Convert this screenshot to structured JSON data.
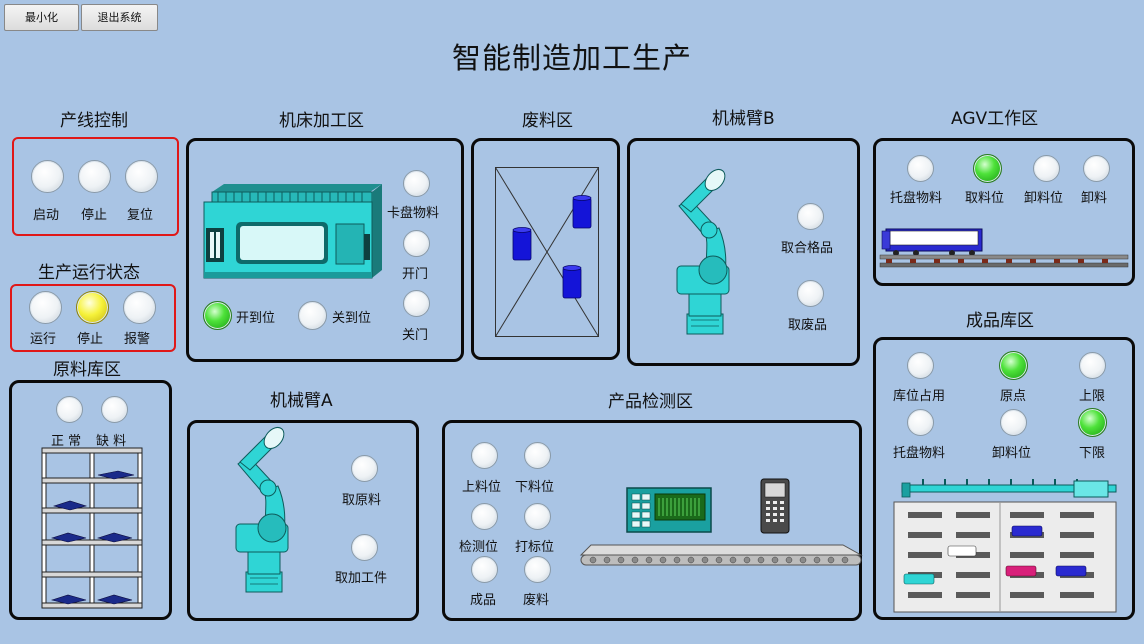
{
  "toolbar": {
    "minimize_label": "最小化",
    "exit_label": "退出系统"
  },
  "page_title": "智能制造加工生产",
  "line_control": {
    "title": "产线控制",
    "buttons": [
      {
        "label": "启动",
        "state": "off"
      },
      {
        "label": "停止",
        "state": "off"
      },
      {
        "label": "复位",
        "state": "off"
      }
    ]
  },
  "run_status": {
    "title": "生产运行状态",
    "lamps": [
      {
        "label": "运行",
        "state": "off"
      },
      {
        "label": "停止",
        "state": "on",
        "color": "#f6f23a"
      },
      {
        "label": "报警",
        "state": "off"
      }
    ]
  },
  "raw_store": {
    "title": "原料库区",
    "lamps": [
      {
        "label": "正 常",
        "state": "off"
      },
      {
        "label": "缺 料",
        "state": "off"
      }
    ]
  },
  "machine_tool": {
    "title": "机床加工区",
    "right_lamps": [
      {
        "label": "卡盘物料",
        "state": "off"
      },
      {
        "label": "开门",
        "state": "off"
      },
      {
        "label": "关门",
        "state": "off"
      }
    ],
    "bottom_lamps": [
      {
        "label": "开到位",
        "state": "on",
        "color": "#4ee23a"
      },
      {
        "label": "关到位",
        "state": "off"
      }
    ]
  },
  "waste": {
    "title": "废料区"
  },
  "arm_b": {
    "title": "机械臂B",
    "lamps": [
      {
        "label": "取合格品",
        "state": "off"
      },
      {
        "label": "取废品",
        "state": "off"
      }
    ]
  },
  "agv": {
    "title": "AGV工作区",
    "lamps": [
      {
        "label": "托盘物料",
        "state": "off"
      },
      {
        "label": "取料位",
        "state": "on",
        "color": "#4ee23a"
      },
      {
        "label": "卸料位",
        "state": "off"
      },
      {
        "label": "卸料",
        "state": "off"
      }
    ]
  },
  "arm_a": {
    "title": "机械臂A",
    "lamps": [
      {
        "label": "取原料",
        "state": "off"
      },
      {
        "label": "取加工件",
        "state": "off"
      }
    ]
  },
  "inspection": {
    "title": "产品检测区",
    "lamps": [
      {
        "label": "上料位",
        "state": "off"
      },
      {
        "label": "下料位",
        "state": "off"
      },
      {
        "label": "检测位",
        "state": "off"
      },
      {
        "label": "打标位",
        "state": "off"
      },
      {
        "label": "成品",
        "state": "off"
      },
      {
        "label": "废料",
        "state": "off"
      }
    ]
  },
  "finished_store": {
    "title": "成品库区",
    "lamps": [
      {
        "label": "库位占用",
        "state": "off"
      },
      {
        "label": "原点",
        "state": "on",
        "color": "#4ee23a"
      },
      {
        "label": "上限",
        "state": "off"
      },
      {
        "label": "托盘物料",
        "state": "off"
      },
      {
        "label": "卸料位",
        "state": "off"
      },
      {
        "label": "下限",
        "state": "on",
        "color": "#4ee23a"
      }
    ]
  },
  "colors": {
    "background": "#a9c4e4",
    "machine_teal": "#2fd5d5",
    "alarm_border": "#e01818",
    "lamp_green": "#4ee23a",
    "lamp_yellow": "#f6f23a"
  }
}
